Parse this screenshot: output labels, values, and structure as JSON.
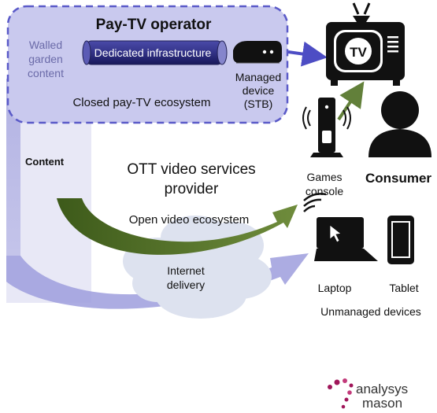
{
  "operator": {
    "title": "Pay-TV operator",
    "walled_garden_line1": "Walled",
    "walled_garden_line2": "garden",
    "walled_garden_line3": "content",
    "dedicated_infrastructure": "Dedicated infrastructure",
    "managed_device_line1": "Managed",
    "managed_device_line2": "device",
    "managed_device_line3": "(STB)",
    "ecosystem_label": "Closed pay-TV ecosystem"
  },
  "content_label": "Content",
  "ott": {
    "title_line1": "OTT video services",
    "title_line2": "provider",
    "ecosystem_label": "Open video ecosystem"
  },
  "internet": {
    "line1": "Internet",
    "line2": "delivery"
  },
  "consumer": {
    "tv_badge": "TV",
    "games_line1": "Games",
    "games_line2": "console",
    "consumer_label": "Consumer",
    "laptop_label": "Laptop",
    "tablet_label": "Tablet",
    "unmanaged_label": "Unmanaged devices"
  },
  "brand": {
    "line1": "analysys",
    "line2": "mason"
  },
  "colors": {
    "operator_fill": "#c9c9ee",
    "operator_border": "#5a5ac8",
    "pillar": "#b3b3e3",
    "green_arrow": "#54702a",
    "purple_arrow": "#9d9ddd",
    "cloud": "#dde2ef",
    "brand": "#a0165a"
  }
}
